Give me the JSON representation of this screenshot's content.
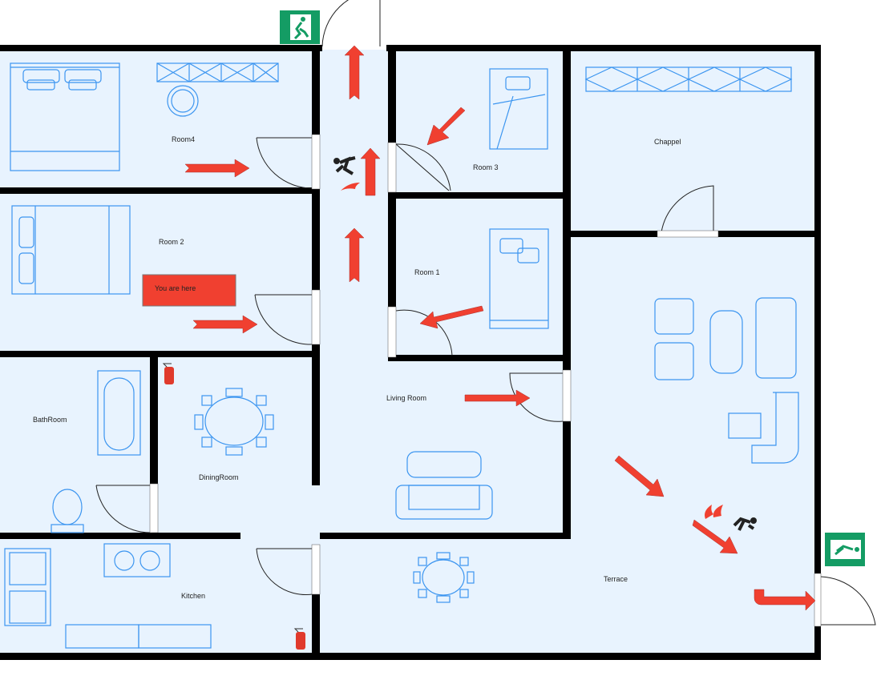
{
  "rooms": {
    "room4": "Room4",
    "room2": "Room 2",
    "room3": "Room 3",
    "room1": "Room 1",
    "chappel": "Chappel",
    "bathroom": "BathRoom",
    "diningroom": "DiningRoom",
    "living_room": "Living Room",
    "kitchen": "Kitchen",
    "terrace": "Terrace"
  },
  "marker": {
    "you_are_here": "You are here"
  },
  "colors": {
    "floor": "#e8f3fe",
    "wall": "#000000",
    "furniture": "#3b95f0",
    "arrow": "#f04030",
    "exit_sign": "#149c64"
  },
  "icons": [
    "emergency-exit-sign",
    "fire-extinguisher",
    "fire-hazard-person",
    "evacuation-arrow"
  ]
}
